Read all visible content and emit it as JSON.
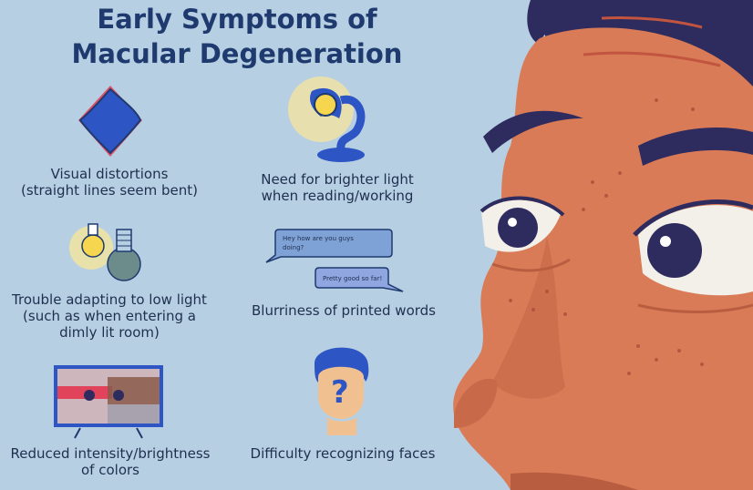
{
  "title": {
    "line1": "Early Symptoms of",
    "line2": "Macular Degeneration"
  },
  "symptoms": [
    {
      "label_lines": [
        "Visual distortions",
        "(straight lines seem bent)"
      ],
      "icon": "distorted-square-icon"
    },
    {
      "label_lines": [
        "Need for brighter light",
        "when reading/working"
      ],
      "icon": "desk-lamp-icon"
    },
    {
      "label_lines": [
        "Trouble adapting to low light",
        "(such as when entering a",
        "dimly lit room)"
      ],
      "icon": "light-bulbs-icon"
    },
    {
      "label_lines": [
        "Blurriness of printed words"
      ],
      "icon": "chat-bubbles-icon"
    },
    {
      "label_lines": [
        "Reduced intensity/brightness",
        "of colors"
      ],
      "icon": "tv-faded-colors-icon"
    },
    {
      "label_lines": [
        "Difficulty recognizing faces"
      ],
      "icon": "unknown-face-icon"
    }
  ],
  "chat": {
    "message1": "Hey how are you guys doing?",
    "message2": "Pretty good so far!"
  },
  "colors": {
    "background": "#b7cfe3",
    "title": "#1f3a6e",
    "text": "#1f2f4f",
    "skin": "#d97b57",
    "hair": "#2e2b5f",
    "accent_blue": "#2d55c4",
    "accent_red": "#e0435a"
  }
}
